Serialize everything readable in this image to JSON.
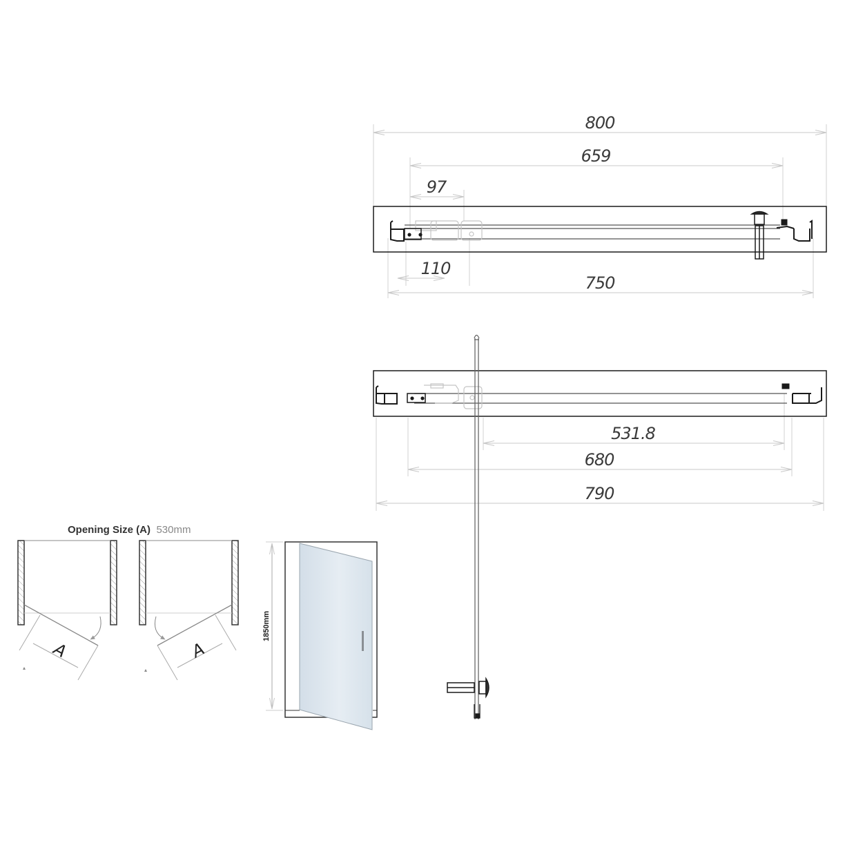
{
  "diagram": {
    "type": "technical-drawing",
    "subject": "Pivot shower door dimensions",
    "colors": {
      "outline": "#1a1a1a",
      "dimension_line": "#c8c8c8",
      "ghost_hinge": "#c4c4c4",
      "glass_fill": "#dce6ef",
      "text": "#3a3a3a"
    },
    "plan_view_closed": {
      "dimensions": {
        "overall_width": "800",
        "glass_span": "659",
        "hinge_offset_top": "97",
        "hinge_offset_bottom": "110",
        "wall_to_wall": "750"
      }
    },
    "plan_view_open": {
      "dimensions": {
        "opening": "531.8",
        "glass_span": "680",
        "overall_width": "790"
      }
    },
    "opening_size": {
      "title": "Opening Size (A)",
      "value": "530mm",
      "left_label": "A",
      "right_label": "A"
    },
    "elevation": {
      "height_label": "1850mm"
    }
  }
}
